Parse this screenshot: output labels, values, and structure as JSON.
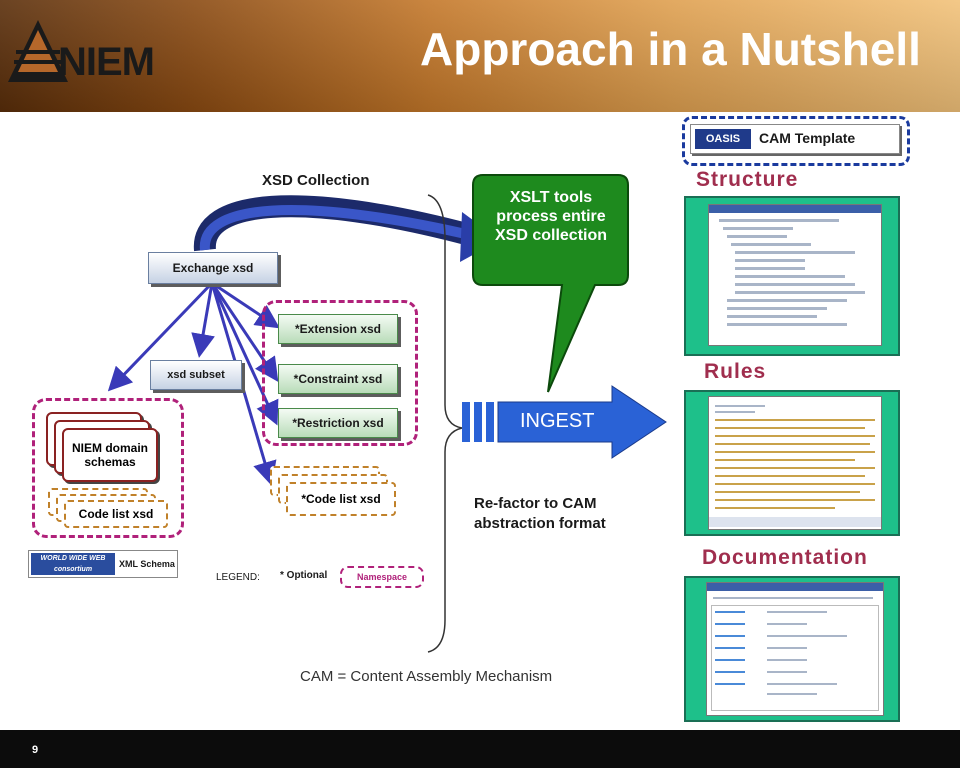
{
  "slide": {
    "title": "Approach in a Nutshell",
    "logo_text": "NIEM",
    "page_number": "9"
  },
  "diagram": {
    "xsd_collection_label": "XSD Collection",
    "exchange_xsd": "Exchange xsd",
    "xsd_subset": "xsd subset",
    "extension_xsd": "*Extension xsd",
    "constraint_xsd": "*Constraint xsd",
    "restriction_xsd": "*Restriction xsd",
    "niem_domain_schemas": "NIEM domain schemas",
    "code_list_xsd_left": "Code list xsd",
    "code_list_xsd_right": "*Code list xsd",
    "w3c_logo_text": "WORLD WIDE WEB consortium",
    "xml_schema": "XML Schema",
    "legend_label": "LEGEND:",
    "legend_optional": "* Optional",
    "legend_namespace": "Namespace",
    "callout_text": "XSLT tools process entire XSD collection",
    "ingest_label": "INGEST",
    "refactor_text": "Re-factor to CAM abstraction format",
    "cam_definition": "CAM = Content Assembly Mechanism",
    "oasis_label": "OASIS",
    "cam_template_label": "CAM Template",
    "structure_label": "Structure",
    "rules_label": "Rules",
    "documentation_label": "Documentation"
  },
  "colors": {
    "namespace_border": "#b0217a",
    "callout_fill": "#1e8a1e",
    "ingest_fill": "#2a62d6",
    "section_heading": "#a02e4e",
    "thumbnail_frame": "#1ec08a"
  }
}
